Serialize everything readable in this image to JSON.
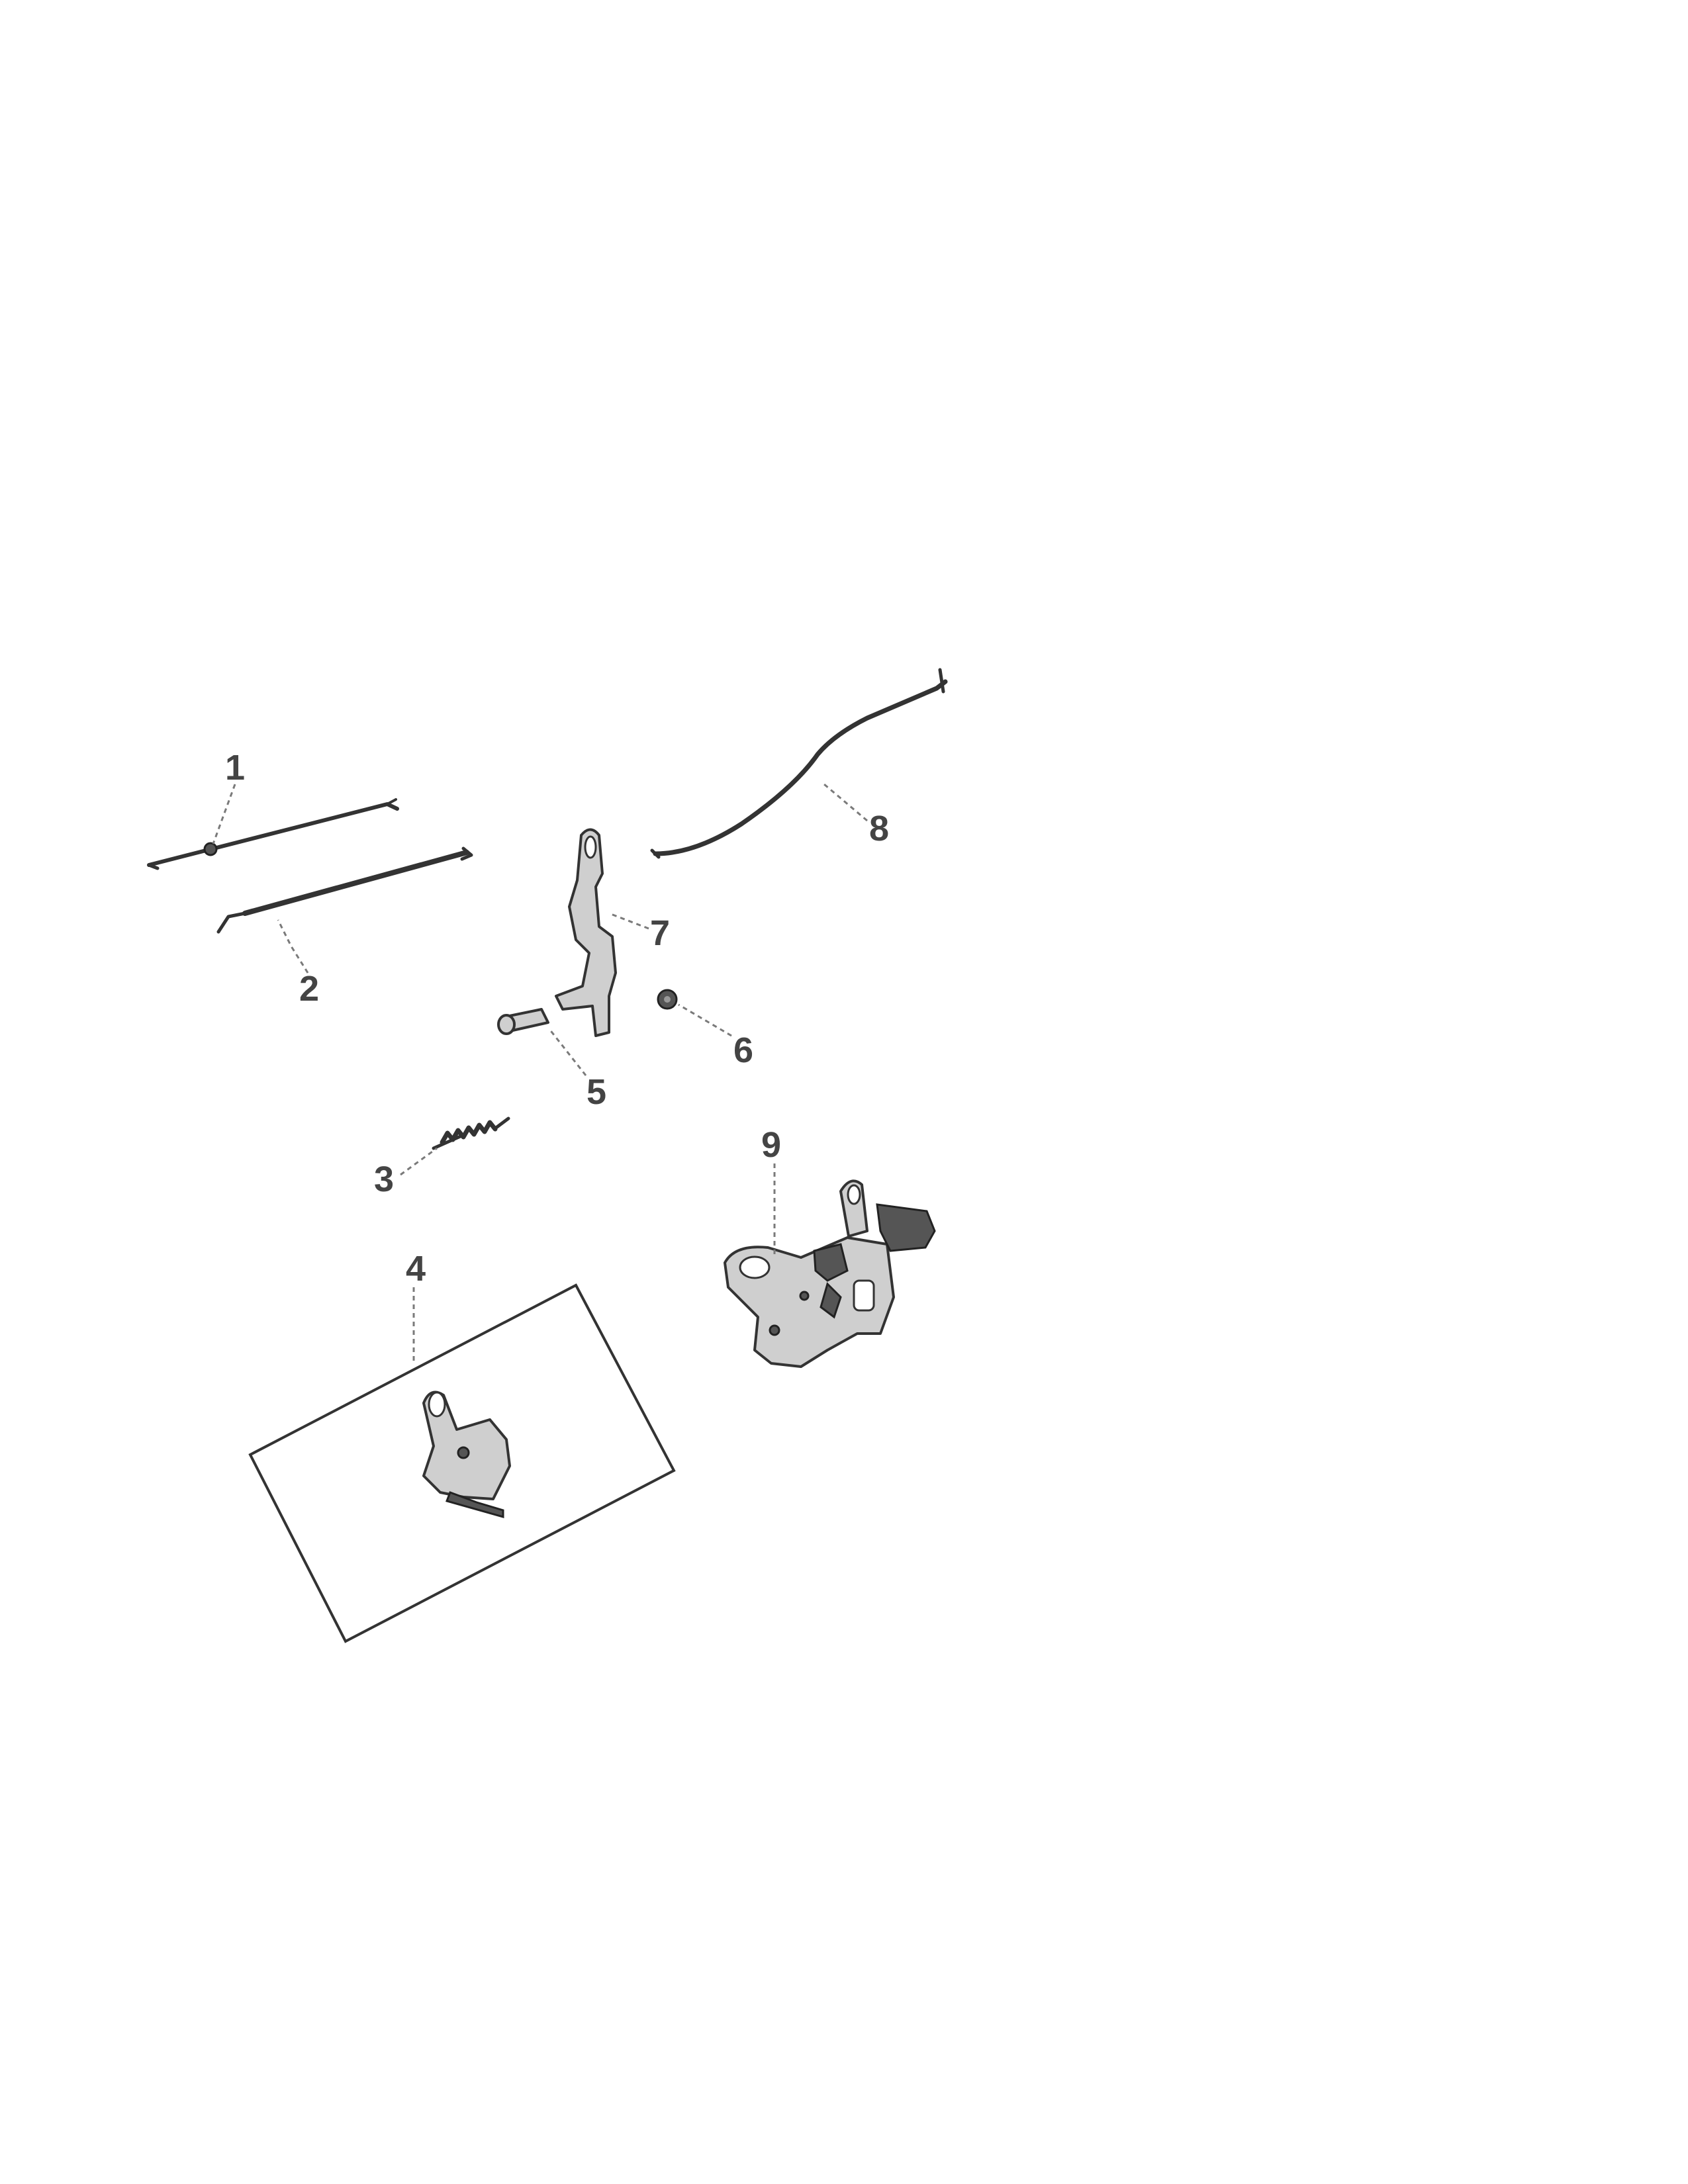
{
  "diagram": {
    "callouts": [
      "1",
      "2",
      "3",
      "4",
      "5",
      "6",
      "7",
      "8",
      "9"
    ]
  }
}
